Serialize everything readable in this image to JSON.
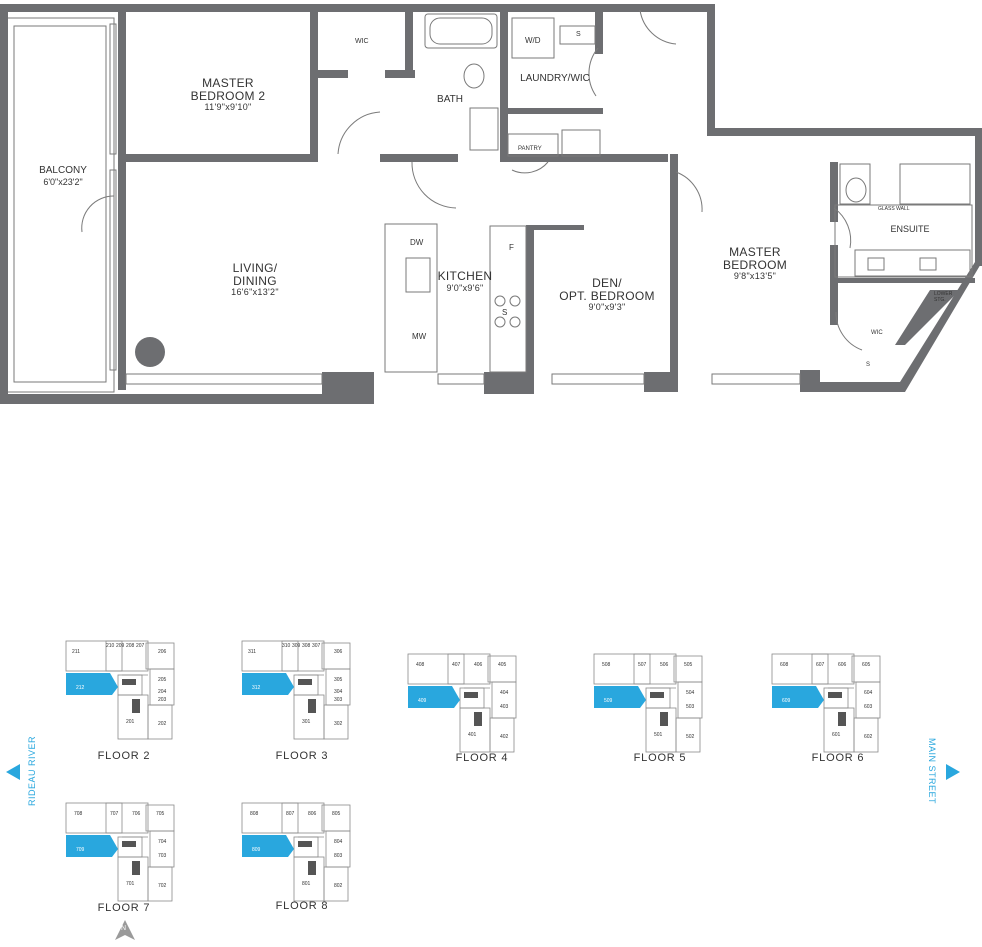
{
  "rooms": {
    "master_bedroom_2": {
      "name_line1": "MASTER",
      "name_line2": "BEDROOM 2",
      "dims": "11'9\"x9'10\""
    },
    "balcony": {
      "name": "BALCONY",
      "dims": "6'0\"x23'2\""
    },
    "living_dining": {
      "name_line1": "LIVING/",
      "name_line2": "DINING",
      "dims": "16'6\"x13'2\""
    },
    "kitchen": {
      "name": "KITCHEN",
      "dims": "9'0\"x9'6\""
    },
    "den": {
      "name_line1": "DEN/",
      "name_line2": "OPT. BEDROOM",
      "dims": "9'0\"x9'3\""
    },
    "master_bedroom": {
      "name_line1": "MASTER",
      "name_line2": "BEDROOM",
      "dims": "9'8\"x13'5\""
    },
    "bath": {
      "name": "BATH"
    },
    "laundry": {
      "name": "LAUNDRY/WIC"
    },
    "ensuite": {
      "name": "ENSUITE"
    }
  },
  "fixtures": {
    "wic_top": "WIC",
    "wd": "W/D",
    "s_top": "S",
    "pantry": "PANTRY",
    "dw": "DW",
    "mw": "MW",
    "f": "F",
    "s_stove": "S",
    "glass_wall": "GLASS WALL",
    "lower_stg_1": "LOWER",
    "lower_stg_2": "STG.",
    "wic_right": "WIC",
    "s_right": "S"
  },
  "floors": [
    {
      "caption": "FLOOR 2",
      "units": [
        "211",
        "210",
        "209",
        "208",
        "207",
        "206",
        "212",
        "205",
        "204",
        "203",
        "201",
        "202"
      ],
      "highlight": "212"
    },
    {
      "caption": "FLOOR 3",
      "units": [
        "311",
        "310",
        "309",
        "308",
        "307",
        "306",
        "312",
        "305",
        "304",
        "303",
        "301",
        "302"
      ],
      "highlight": "312"
    },
    {
      "caption": "FLOOR 4",
      "units": [
        "408",
        "407",
        "406",
        "405",
        "409",
        "404",
        "403",
        "401",
        "402"
      ],
      "highlight": "409"
    },
    {
      "caption": "FLOOR 5",
      "units": [
        "508",
        "507",
        "506",
        "505",
        "509",
        "504",
        "503",
        "501",
        "502"
      ],
      "highlight": "509"
    },
    {
      "caption": "FLOOR 6",
      "units": [
        "608",
        "607",
        "606",
        "605",
        "609",
        "604",
        "603",
        "601",
        "602"
      ],
      "highlight": "609"
    },
    {
      "caption": "FLOOR 7",
      "units": [
        "708",
        "707",
        "706",
        "705",
        "709",
        "704",
        "703",
        "701",
        "702"
      ],
      "highlight": "709"
    },
    {
      "caption": "FLOOR 8",
      "units": [
        "808",
        "807",
        "806",
        "805",
        "809",
        "804",
        "803",
        "801",
        "802"
      ],
      "highlight": "809"
    }
  ],
  "directions": {
    "left": "RIDEAU RIVER",
    "right": "MAIN STREET",
    "north": "N"
  },
  "colors": {
    "wall": "#6d6e71",
    "highlight": "#29a7de",
    "line": "#7a7a7a"
  }
}
